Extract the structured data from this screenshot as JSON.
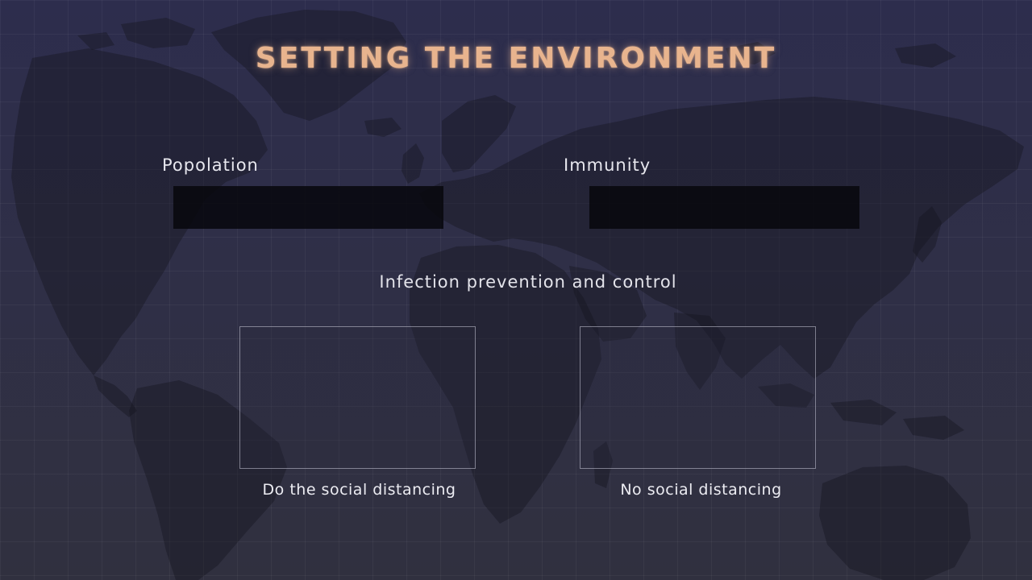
{
  "title": "SETTING THE ENVIRONMENT",
  "fields": {
    "population": {
      "label": "Popolation",
      "value": ""
    },
    "immunity": {
      "label": "Immunity",
      "value": ""
    }
  },
  "section": {
    "title": "Infection prevention and control"
  },
  "options": [
    {
      "label": "Do the social distancing"
    },
    {
      "label": "No social distancing"
    }
  ],
  "colors": {
    "title": "#e8b48e",
    "background": "#2e2e48",
    "input_background": "#0b0b12",
    "text": "#e7e7ee"
  }
}
